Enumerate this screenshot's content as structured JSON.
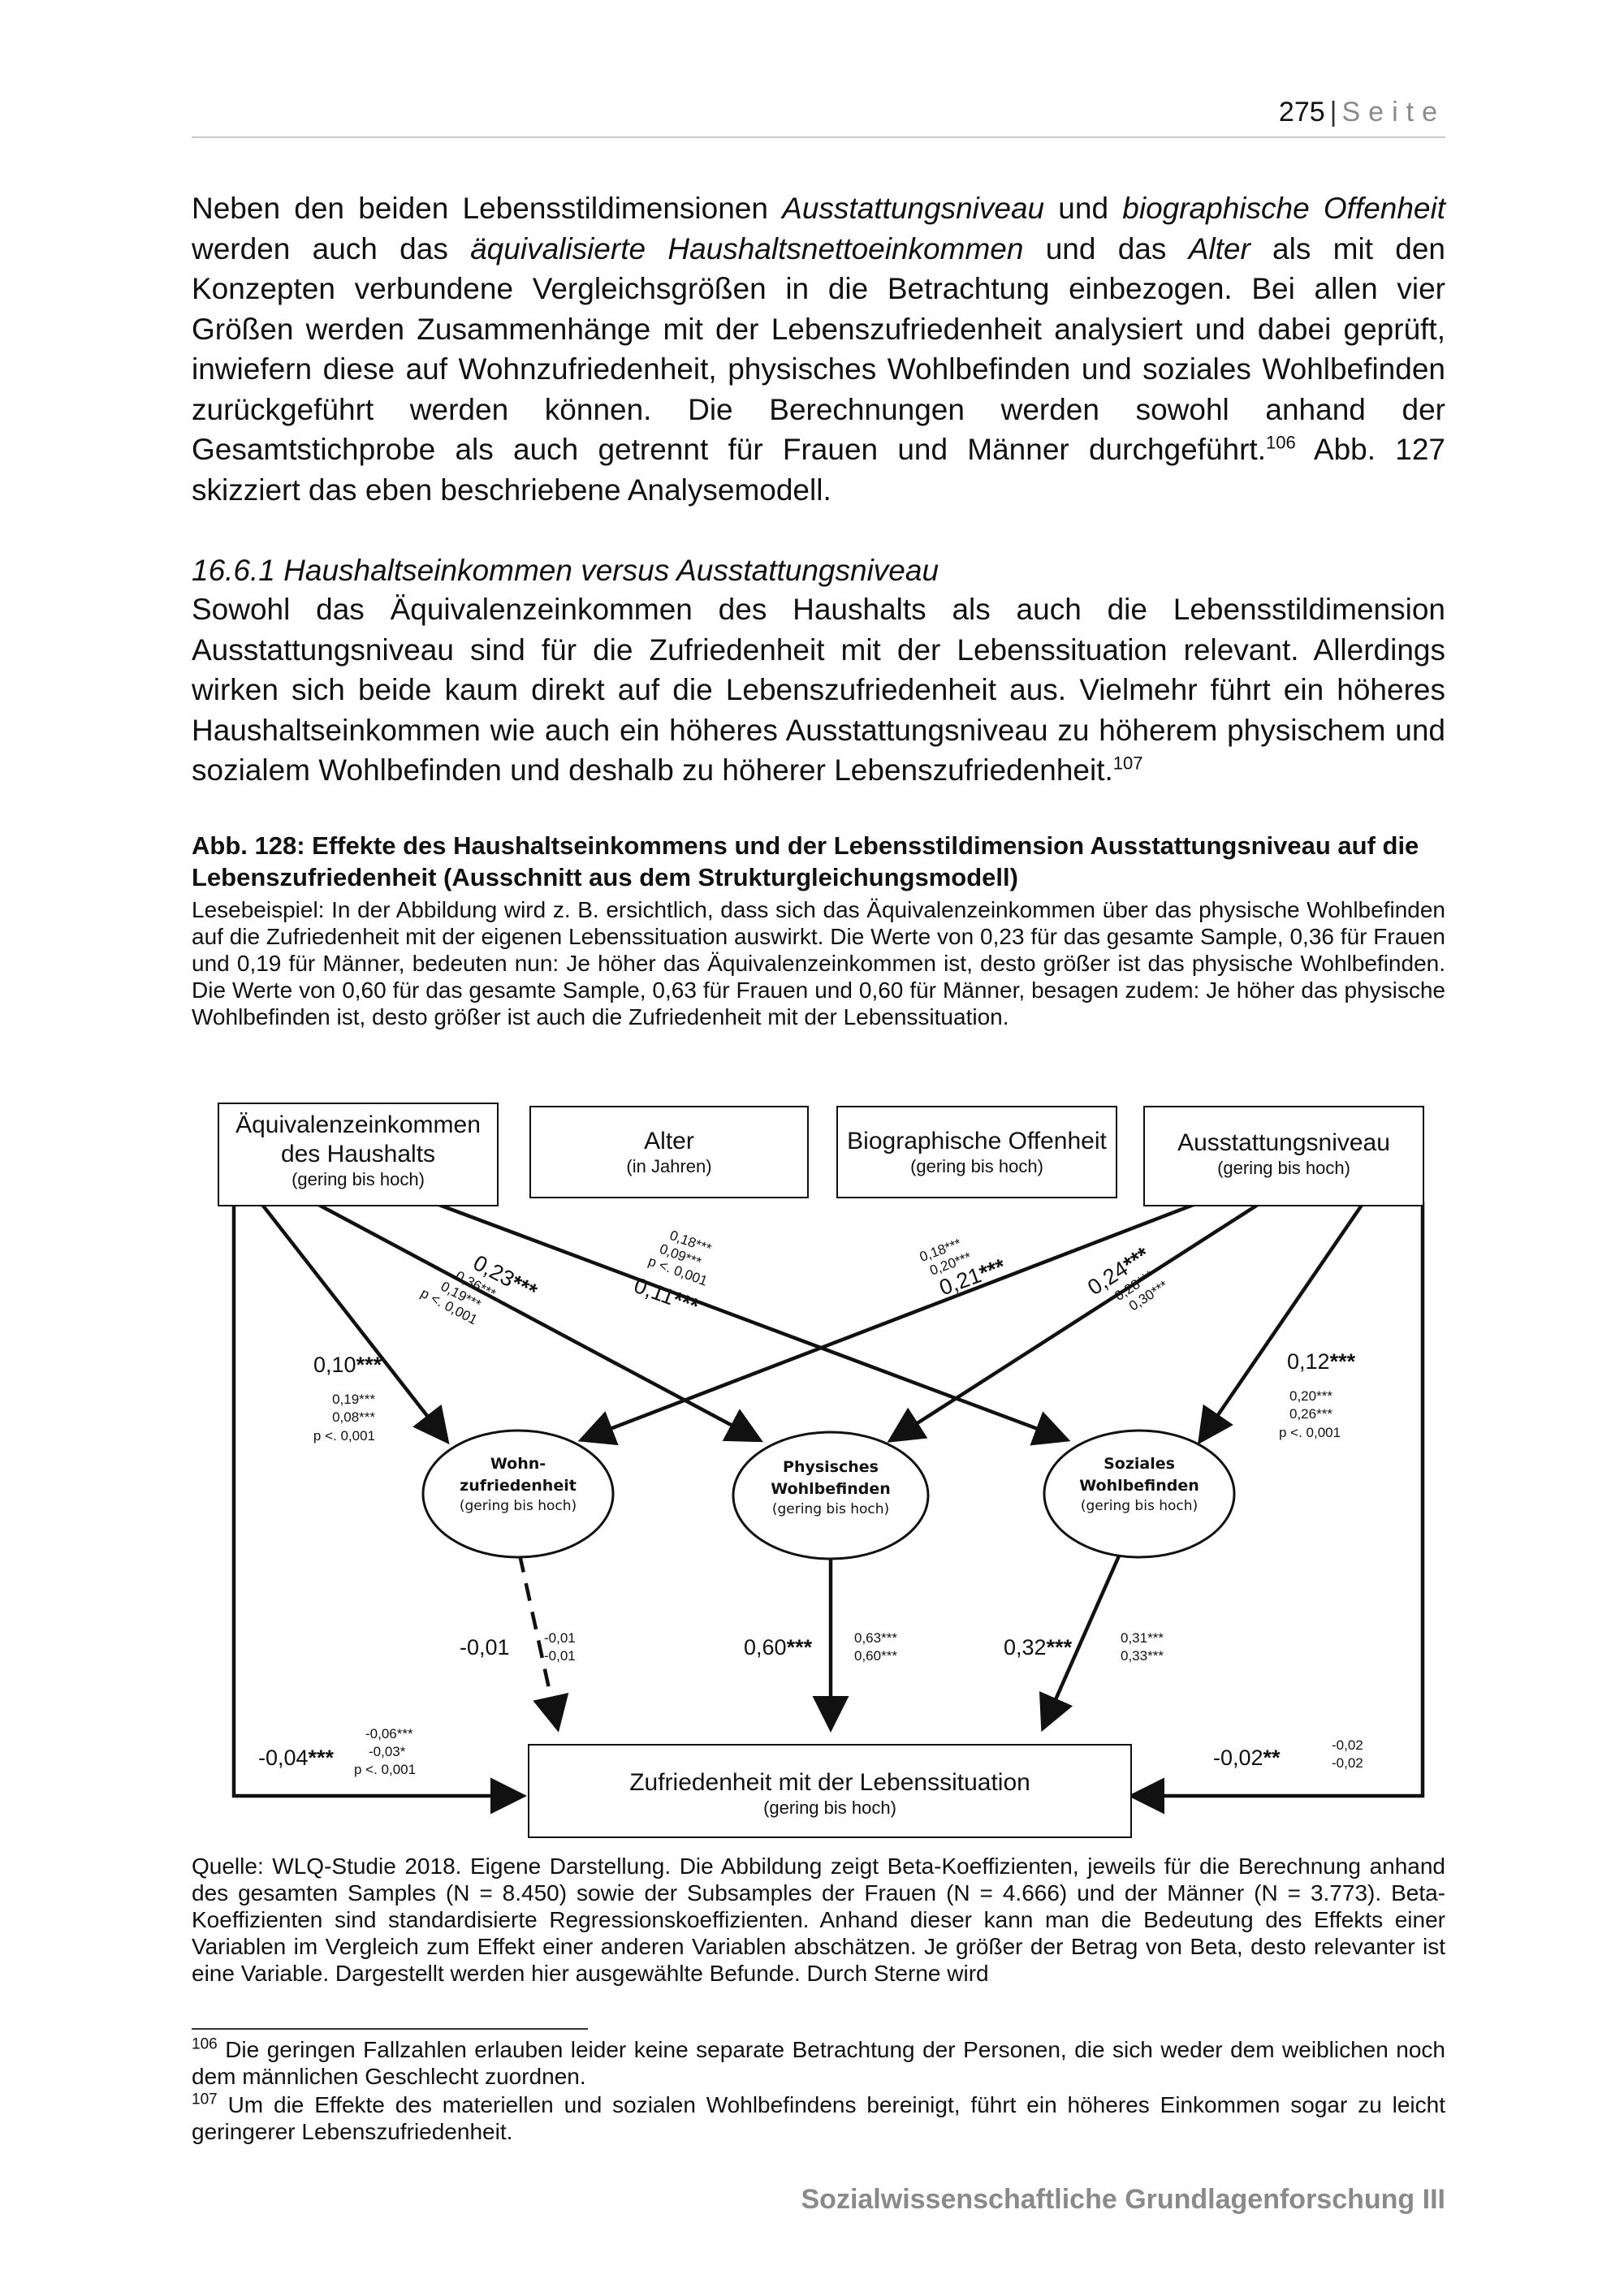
{
  "header": {
    "page_number": "275",
    "separator": "|",
    "page_word": "Seite"
  },
  "intro": {
    "s1": "Neben den beiden Lebensstildimensionen ",
    "e1": "Ausstattungsniveau",
    "s2": " und ",
    "e2": "biographische Offenheit",
    "s3": " werden auch das ",
    "e3": "äquivalisierte Haushaltsnettoeinkommen",
    "s4": " und das ",
    "e4": "Alter",
    "s5": " als mit den Konzepten verbundene Vergleichsgrößen in die Betrachtung einbezogen. Bei allen vier Größen werden Zusammenhänge mit der Lebenszufriedenheit analysiert und dabei geprüft, inwiefern diese auf Wohnzufriedenheit, physisches Wohlbefinden und soziales Wohlbefinden zurückgeführt werden können. Die Berechnungen werden sowohl anhand der Gesamtstichprobe als auch getrennt für Frauen und Männer durchgeführt.",
    "fn": "106",
    "s6": " Abb. 127 skizziert das eben beschriebene Analysemodell."
  },
  "section": {
    "heading": "16.6.1 Haushaltseinkommen versus Ausstattungsniveau",
    "text": "Sowohl das Äquivalenzeinkommen des Haushalts als auch die Lebensstildimension Ausstattungsniveau sind für die Zufriedenheit mit der Lebenssituation relevant. Allerdings wirken sich beide kaum direkt auf die Lebenszufriedenheit aus. Vielmehr führt ein höheres Haushaltseinkommen wie auch ein höheres Ausstattungsniveau zu höherem physischem und sozialem Wohlbefinden und deshalb zu höherer Lebenszufriedenheit.",
    "fn": "107"
  },
  "figure": {
    "title": "Abb. 128: Effekte des Haushaltseinkommens und der Lebensstildimension Ausstattungsniveau auf die Lebenszufriedenheit (Ausschnitt aus dem Strukturgleichungsmodell)",
    "reading_example": "Lesebeispiel: In der Abbildung wird z. B. ersichtlich, dass sich das Äquivalenzeinkommen über das physische Wohlbefinden auf die Zufriedenheit mit der eigenen Lebenssituation auswirkt. Die Werte von 0,23 für das gesamte Sample, 0,36 für Frauen und 0,19 für Männer, bedeuten nun: Je höher das Äquivalenzeinkommen ist, desto größer ist das physische Wohlbefinden. Die Werte von 0,60 für das gesamte Sample, 0,63 für Frauen und 0,60 für Männer, besagen zudem: Je höher das physische Wohlbefinden ist, desto größer ist auch die Zufriedenheit mit der Lebenssituation.",
    "boxes": {
      "income": {
        "title1": "Äquivalenzeinkommen",
        "title2": "des Haushalts",
        "sub": "(gering bis hoch)"
      },
      "age": {
        "title": "Alter",
        "sub": "(in Jahren)"
      },
      "bio": {
        "title": "Biographische Offenheit",
        "sub": "(gering bis hoch)"
      },
      "equip": {
        "title": "Ausstattungsniveau",
        "sub": "(gering bis hoch)"
      },
      "life": {
        "title": "Zufriedenheit mit der Lebenssituation",
        "sub": "(gering bis hoch)"
      }
    },
    "ellipses": {
      "wohn": {
        "title1": "Wohn-",
        "title2": "zufriedenheit",
        "sub": "(gering bis hoch)"
      },
      "phys": {
        "title1": "Physisches",
        "title2": "Wohlbefinden",
        "sub": "(gering bis hoch)"
      },
      "soz": {
        "title1": "Soziales",
        "title2": "Wohlbefinden",
        "sub": "(gering bis hoch)"
      }
    },
    "coefficients": {
      "income_wohn": {
        "total": "0,10",
        "stars": "***",
        "women": "0,19***",
        "men": "0,08***",
        "p": "p <. 0,001"
      },
      "income_phys": {
        "total": "0,23",
        "stars": "***",
        "women": "0,36***",
        "men": "0,19***",
        "p": "p <. 0,001"
      },
      "income_soz": {
        "total": "0,11",
        "stars": "***",
        "women": "0,18***",
        "men": "0,09***",
        "p": "p <. 0,001"
      },
      "equip_wohn": {
        "total": "0,21",
        "stars": "***",
        "women": "0,18***",
        "men": "0,20***"
      },
      "equip_phys": {
        "total": "0,24",
        "stars": "***",
        "women": "0,28***",
        "men": "0,30***"
      },
      "equip_soz": {
        "total": "0,12",
        "stars": "***",
        "women": "0,20***",
        "men": "0,26***",
        "p": "p <. 0,001"
      },
      "wohn_life": {
        "total": "-0,01",
        "women": "-0,01",
        "men": "-0,01"
      },
      "phys_life": {
        "total": "0,60",
        "stars": "***",
        "women": "0,63***",
        "men": "0,60***"
      },
      "soz_life": {
        "total": "0,32",
        "stars": "***",
        "women": "0,31***",
        "men": "0,33***"
      },
      "income_life": {
        "total": "-0,04",
        "stars": "***",
        "women": "-0,06***",
        "men": "-0,03*",
        "p": "p <. 0,001"
      },
      "equip_life": {
        "total": "-0,02",
        "stars": "**",
        "women": "-0,02",
        "men": "-0,02"
      }
    },
    "source": "Quelle: WLQ-Studie 2018. Eigene Darstellung. Die Abbildung zeigt Beta-Koeffizienten, jeweils für die Berechnung anhand des gesamten Samples (N = 8.450) sowie der Subsamples der Frauen (N = 4.666) und der Männer (N = 3.773). Beta-Koeffizienten sind standardisierte Regressionskoeffizienten. Anhand dieser kann man die Bedeutung des Effekts einer Variablen im Vergleich zum Effekt einer anderen Variablen abschätzen. Je größer der Betrag von Beta, desto relevanter ist eine Variable. Dargestellt werden hier ausgewählte Befunde. Durch Sterne wird"
  },
  "footnotes": [
    {
      "num": "106",
      "text": "Die geringen Fallzahlen erlauben leider keine separate Betrachtung der Personen, die sich weder dem weiblichen noch dem männlichen Geschlecht zuordnen."
    },
    {
      "num": "107",
      "text": "Um die Effekte des materiellen und sozialen Wohlbefindens bereinigt, führt ein höheres Einkommen sogar zu leicht geringerer Lebenszufriedenheit."
    }
  ],
  "footer": "Sozialwissenschaftliche Grundlagenforschung III"
}
